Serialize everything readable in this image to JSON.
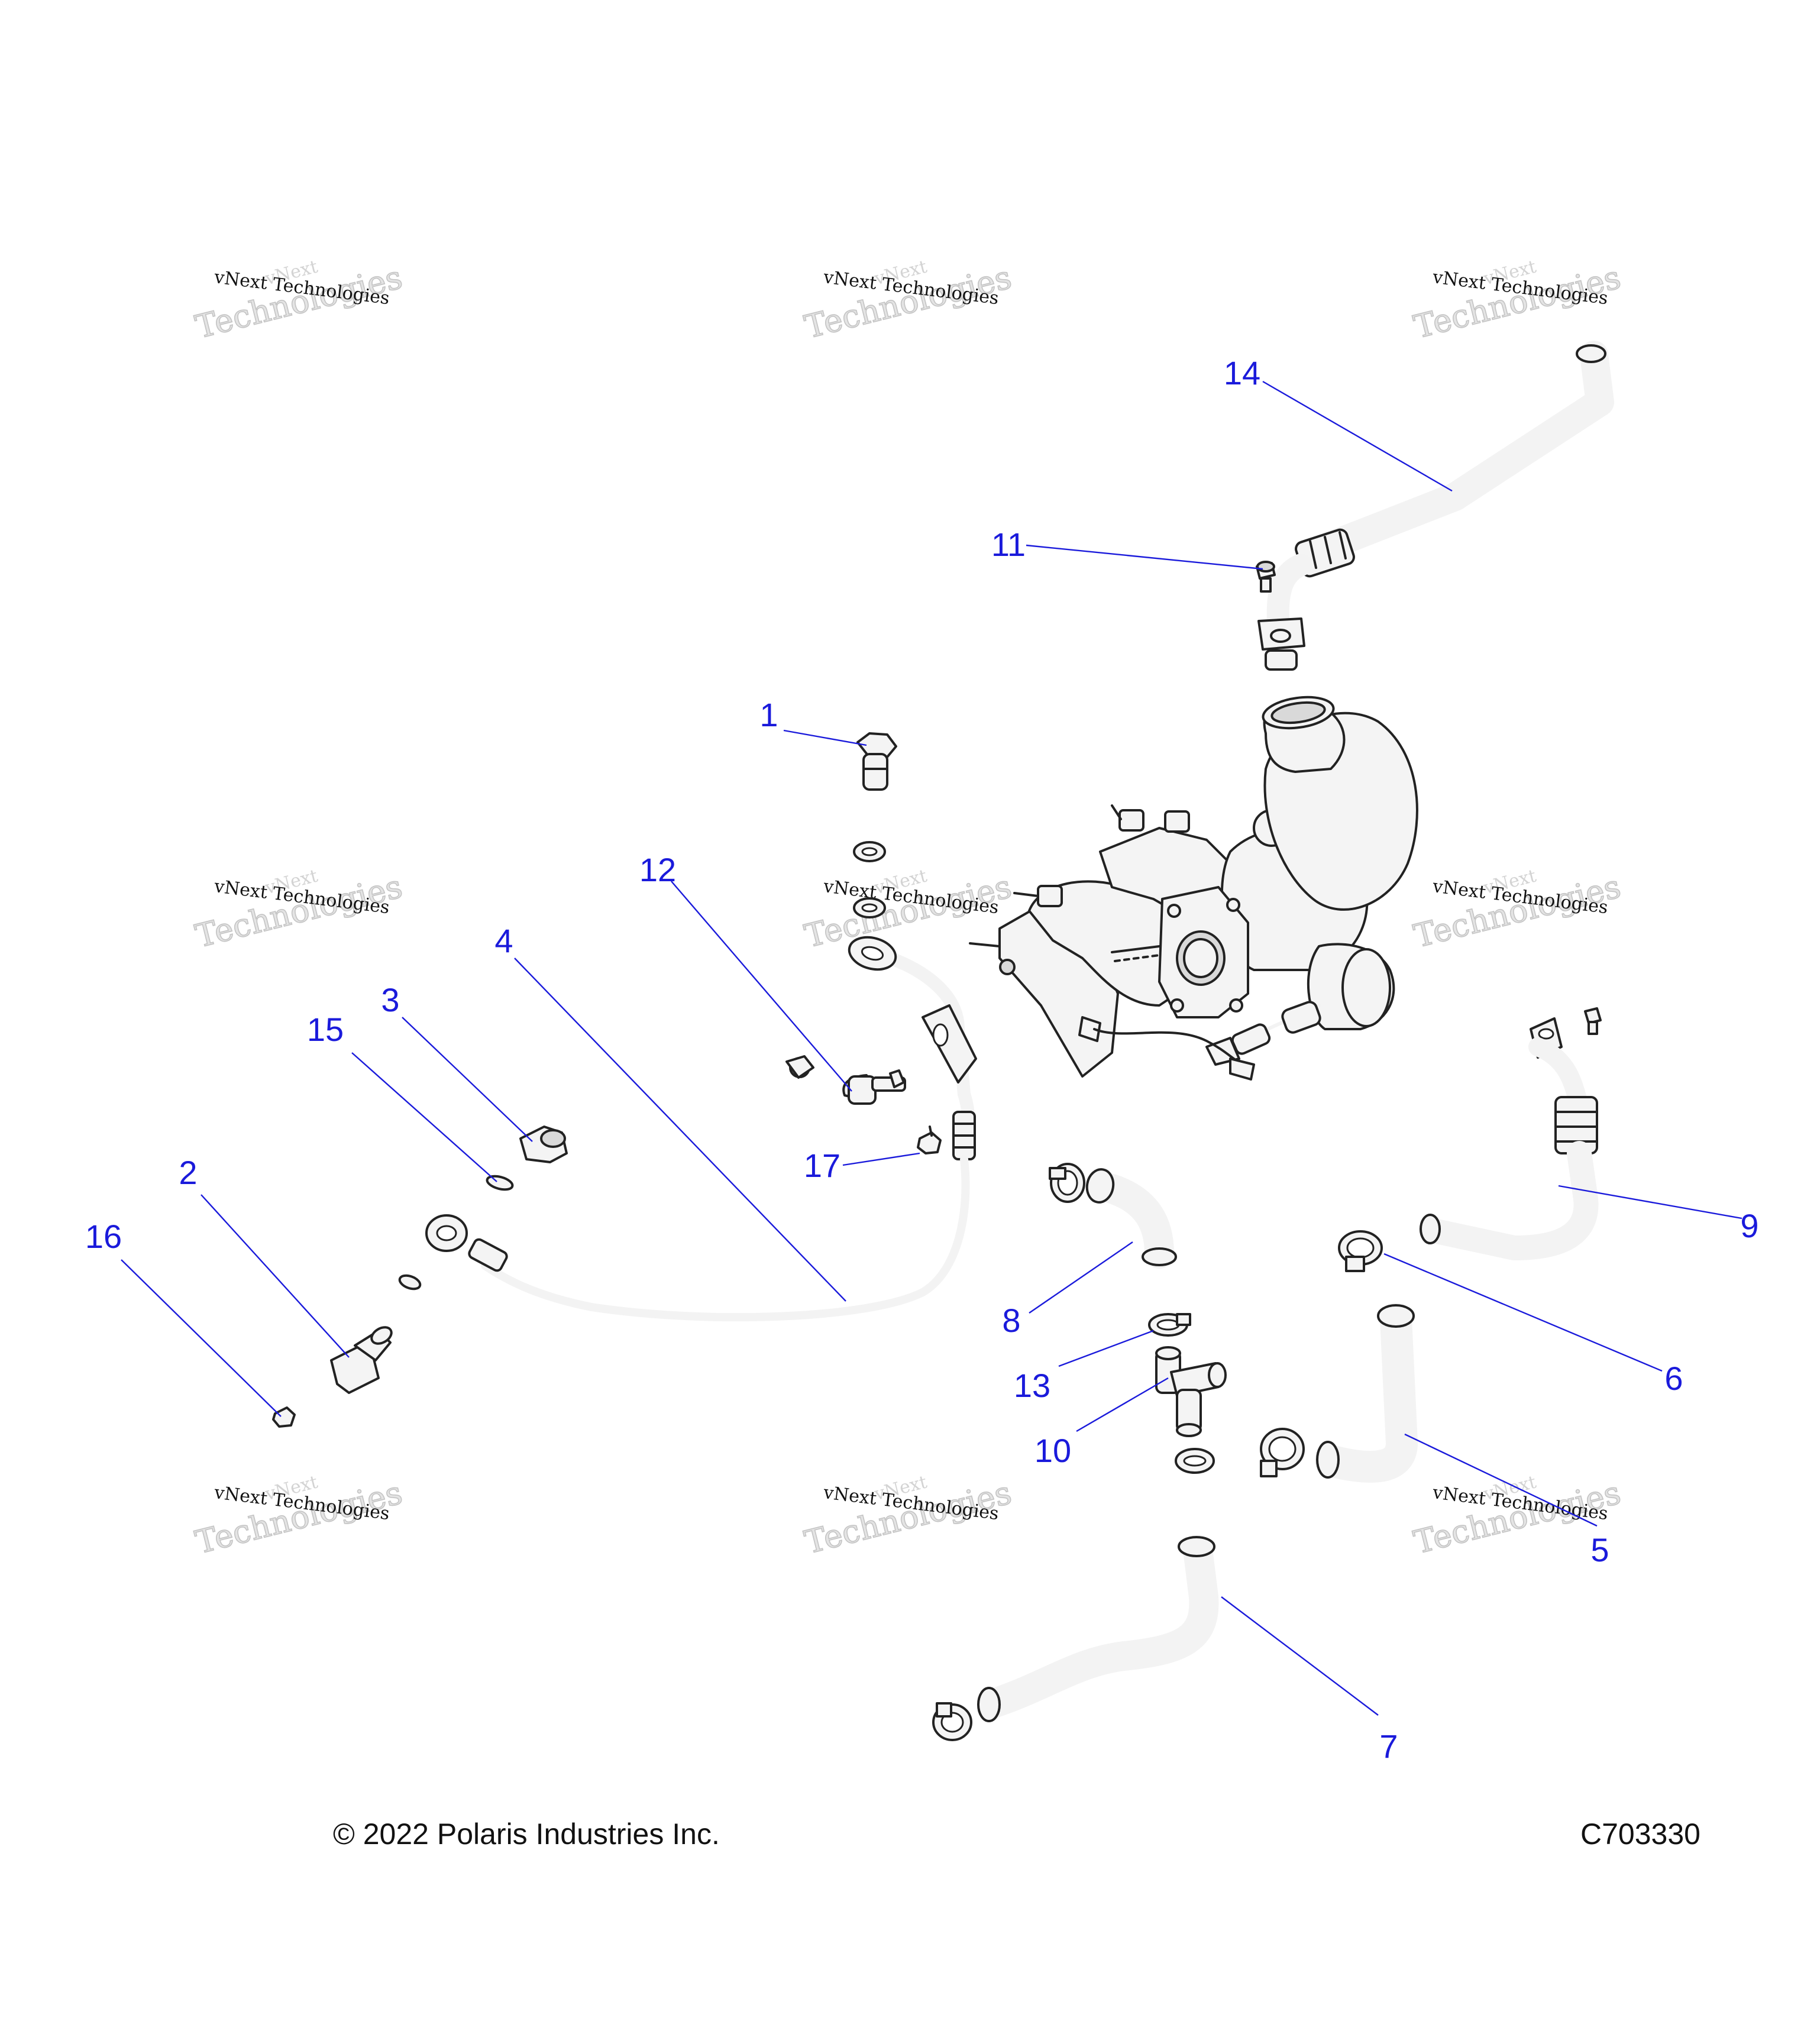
{
  "watermark": {
    "line1": "vNext",
    "line2": "vNext Technologies",
    "line3": "Technologies"
  },
  "callouts": [
    "1",
    "2",
    "3",
    "4",
    "5",
    "6",
    "7",
    "8",
    "9",
    "10",
    "11",
    "12",
    "13",
    "14",
    "15",
    "16",
    "17"
  ],
  "footer": {
    "copyright": "© 2022 Polaris Industries Inc.",
    "figure_id": "C703330"
  }
}
